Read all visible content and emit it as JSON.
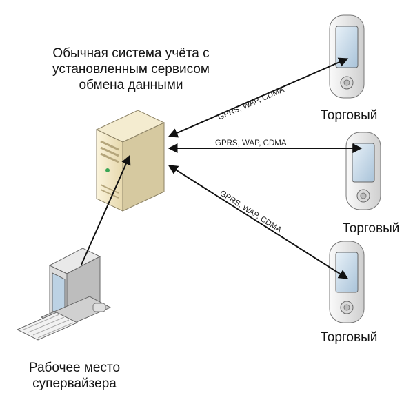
{
  "server": {
    "caption_lines": [
      "Обычная система учёта с",
      "установленным сервисом",
      "обмена данными"
    ]
  },
  "devices": [
    {
      "label": "Торговый"
    },
    {
      "label": "Торговый"
    },
    {
      "label": "Торговый"
    }
  ],
  "links": [
    {
      "protocols": "GPRS, WAP, CDMA"
    },
    {
      "protocols": "GPRS, WAP, CDMA"
    },
    {
      "protocols": "GPRS, WAP, CDMA"
    }
  ],
  "supervisor": {
    "caption_lines": [
      "Рабочее место",
      "супервайзера"
    ]
  },
  "colors": {
    "server_body": "#f1e7c6",
    "server_side": "#cfc39b",
    "pda_body": "#e9e9e9",
    "pda_screen": "#c7d9e8",
    "line": "#111111"
  }
}
